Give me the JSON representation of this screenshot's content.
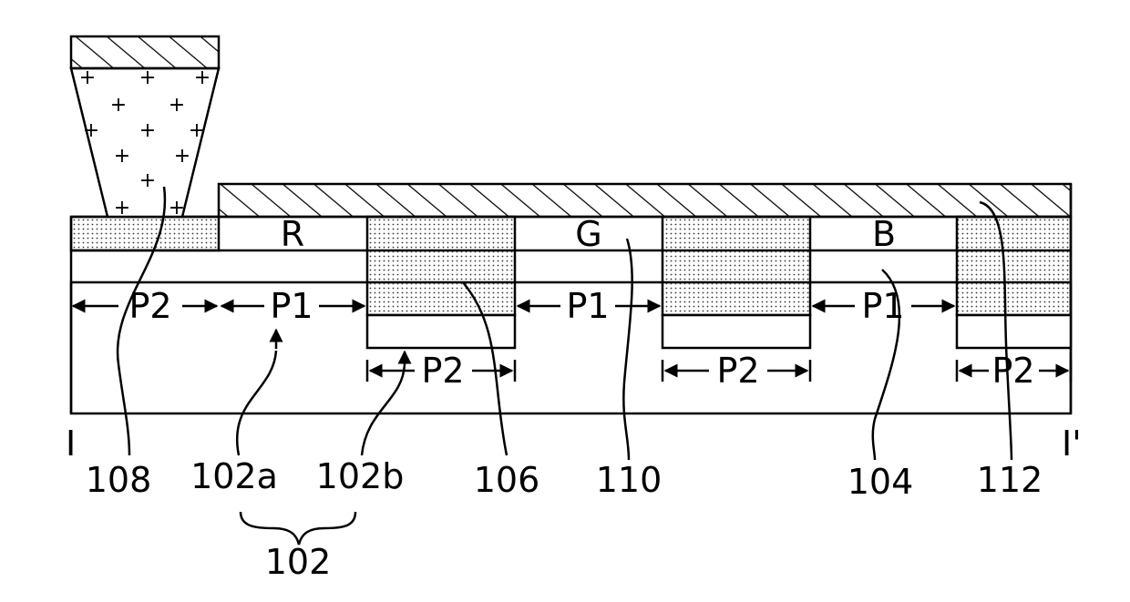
{
  "section": {
    "left_mark": "I",
    "right_mark": "I'"
  },
  "pixels": [
    {
      "label": "R"
    },
    {
      "label": "G"
    },
    {
      "label": "B"
    }
  ],
  "dimensions": {
    "p1": "P1",
    "p2": "P2"
  },
  "references": {
    "r108": "108",
    "r102a": "102a",
    "r102b": "102b",
    "r106": "106",
    "r110": "110",
    "r104": "104",
    "r112": "112",
    "r102": "102"
  }
}
